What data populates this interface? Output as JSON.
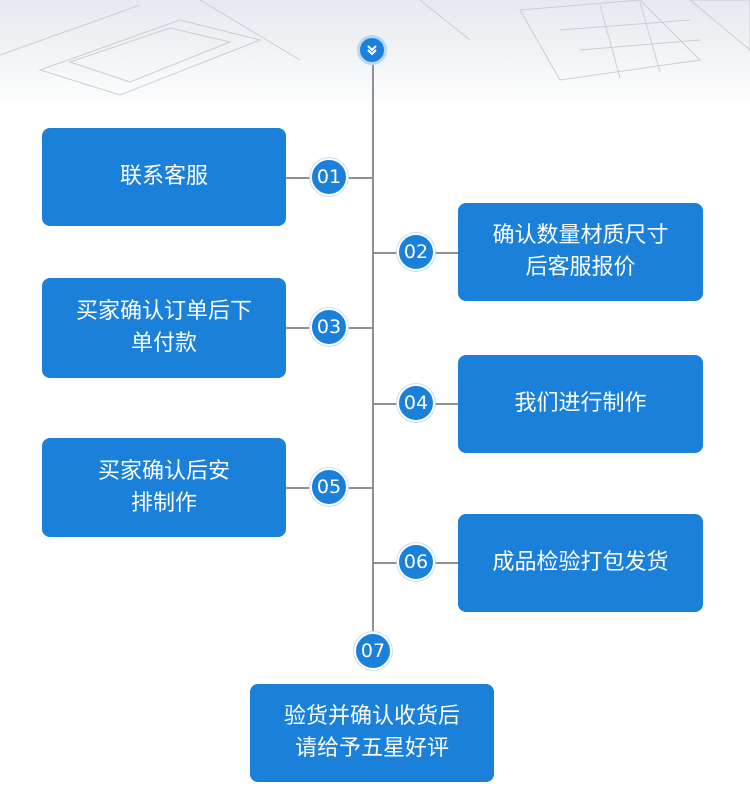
{
  "colors": {
    "accent": "#1a80d9",
    "line": "#8d9095"
  },
  "top_icon": "chevron-double-down-icon",
  "steps": [
    {
      "number": "01",
      "lines": [
        "联系客服"
      ]
    },
    {
      "number": "02",
      "lines": [
        "确认数量材质尺寸",
        "后客服报价"
      ]
    },
    {
      "number": "03",
      "lines": [
        "买家确认订单后下",
        "单付款"
      ]
    },
    {
      "number": "04",
      "lines": [
        "我们进行制作"
      ]
    },
    {
      "number": "05",
      "lines": [
        "买家确认后安",
        "排制作"
      ]
    },
    {
      "number": "06",
      "lines": [
        "成品检验打包发货"
      ]
    },
    {
      "number": "07",
      "lines": [
        "验货并确认收货后",
        "请给予五星好评"
      ]
    }
  ]
}
